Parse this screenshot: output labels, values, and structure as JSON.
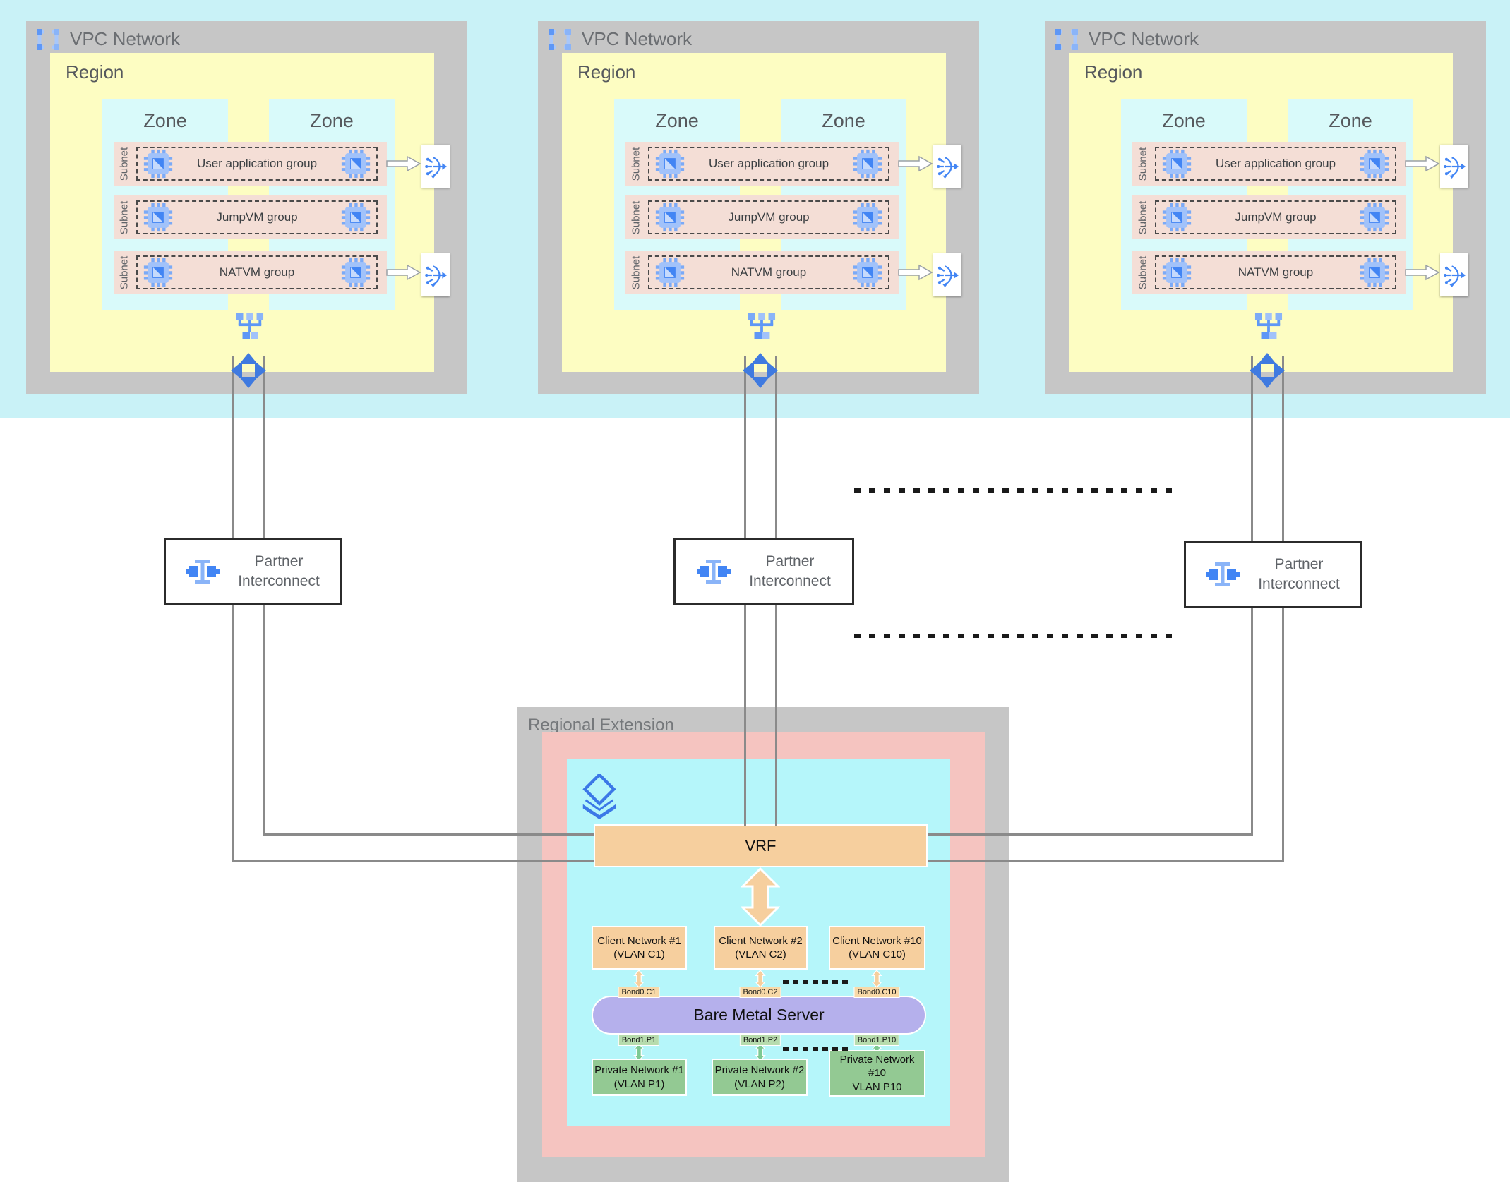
{
  "colors": {
    "top_band": "#c9f2f7",
    "vpc_frame": "#c6c6c6",
    "region_fill": "#fdfdc2",
    "zone_fill": "#d9fafa",
    "subnet_fill": "#f4ded6",
    "regional_pink": "#f5c4c0",
    "regional_cyan": "#b5f6fa",
    "vrf_fill": "#f6cf9e",
    "private_fill": "#93c993",
    "bare_metal_fill": "#b5b0ec",
    "connector_line": "#8a8a8a",
    "accent_blue": "#4285f4"
  },
  "vpc": {
    "title": "VPC Network",
    "region_label": "Region",
    "zone_label": "Zone",
    "subnet_label": "Subnet",
    "groups": {
      "user": "User application group",
      "jump": "JumpVM group",
      "nat": "NATVM group"
    }
  },
  "interconnect": {
    "line1": "Partner",
    "line2": "Interconnect"
  },
  "regional_extension": {
    "title": "Regional Extension",
    "vrf": "VRF",
    "bare_metal": "Bare Metal Server",
    "client_networks": [
      {
        "lines": [
          "Client Network #1",
          "(VLAN C1)"
        ]
      },
      {
        "lines": [
          "Client Network #2",
          "(VLAN C2)"
        ]
      },
      {
        "lines": [
          "Client Network #10",
          "(VLAN C10)"
        ]
      }
    ],
    "bond_top": [
      "Bond0.C1",
      "Bond0.C2",
      "Bond0.C10"
    ],
    "bond_bottom": [
      "Bond1.P1",
      "Bond1.P2",
      "Bond1.P10"
    ],
    "private_networks": [
      {
        "lines": [
          "Private Network #1",
          "(VLAN P1)"
        ]
      },
      {
        "lines": [
          "Private Network #2",
          "(VLAN P2)"
        ]
      },
      {
        "lines": [
          "Private Network",
          "#10",
          "VLAN P10"
        ]
      }
    ]
  }
}
